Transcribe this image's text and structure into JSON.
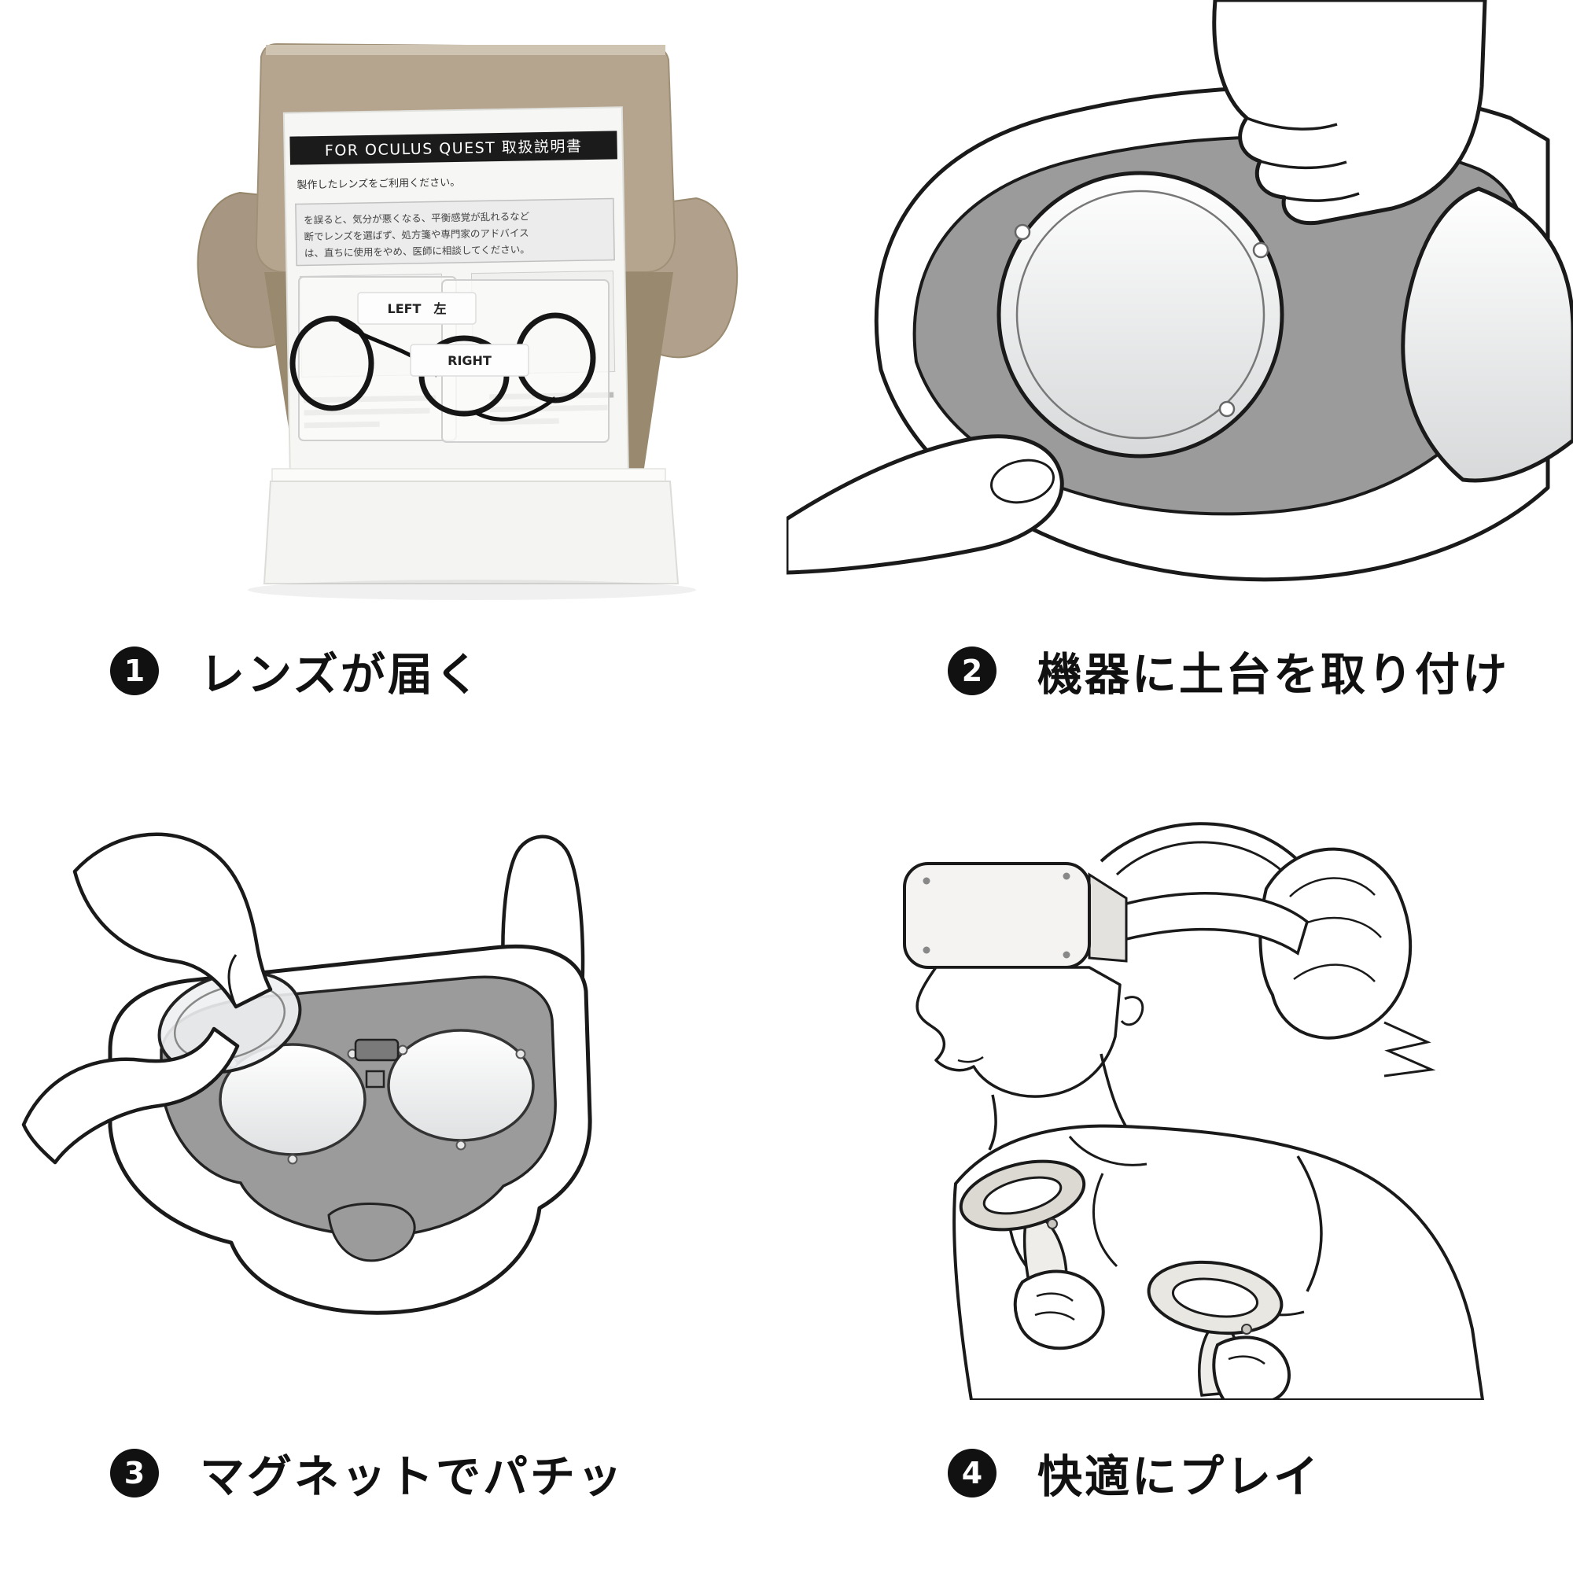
{
  "page": {
    "background": "#ffffff",
    "type": "product-instruction-diagram"
  },
  "colors": {
    "line": "#1a1a1a",
    "interface_gray": "#9b9b9b",
    "cardboard": "#b5a58f",
    "badge_black": "#111111"
  },
  "steps": [
    {
      "number": "1",
      "caption": "レンズが届く"
    },
    {
      "number": "2",
      "caption": "機器に土台を取り付け"
    },
    {
      "number": "3",
      "caption": "マグネットでパチッ"
    },
    {
      "number": "4",
      "caption": "快適にプレイ"
    }
  ],
  "panel1": {
    "sheet_title": "FOR OCULUS QUEST 取扱説明書",
    "sheet_intro": "製作したレンズをご利用ください。",
    "warning_lines": [
      "を誤ると、気分が悪くなる、平衡感覚が乱れるなど",
      "断でレンズを選ばず、処方箋や専門家のアドバイス",
      "は、直ちに使用をやめ、医師に相談してください。"
    ],
    "label_left": "LEFT　左",
    "label_right": "RIGHT"
  }
}
